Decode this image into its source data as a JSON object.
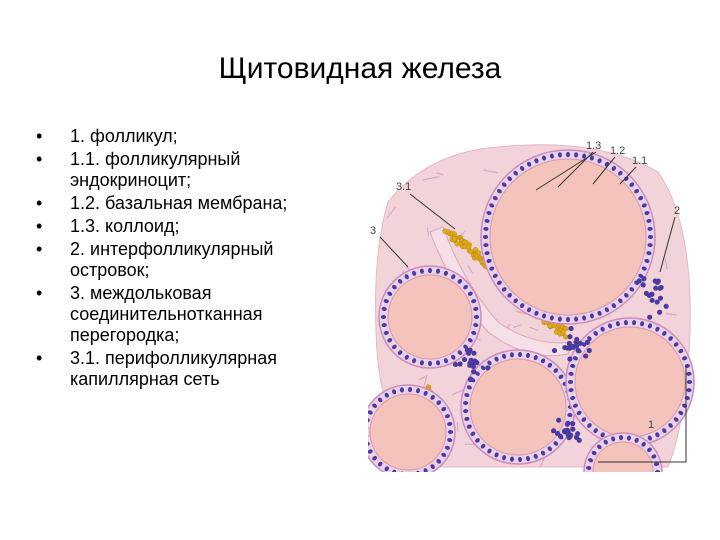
{
  "title": "Щитовидная железа",
  "bullet_glyph": "•",
  "items": [
    "1. фолликул;",
    "1.1. фолликулярный эндокриноцит;",
    "1.2. базальная мембрана;",
    "1.3. коллоид;",
    "2. интерфолликулярный островок;",
    "3. междольковая соединительнотканная перегородка;",
    "3.1. перифолликулярная капиллярная сеть"
  ],
  "figure_labels": {
    "l13": "1.3",
    "l12": "1.2",
    "l11": "1.1",
    "l31": "3.1",
    "l3": "3",
    "l2": "2",
    "l1": "1"
  },
  "colors": {
    "colloid": "#f4c4bc",
    "cell": "#ead0e8",
    "nucleus": "#4a3ba0",
    "connective": "#f2d3da",
    "capillary": "#e0a91a",
    "fibers": "#d9a8c8"
  }
}
